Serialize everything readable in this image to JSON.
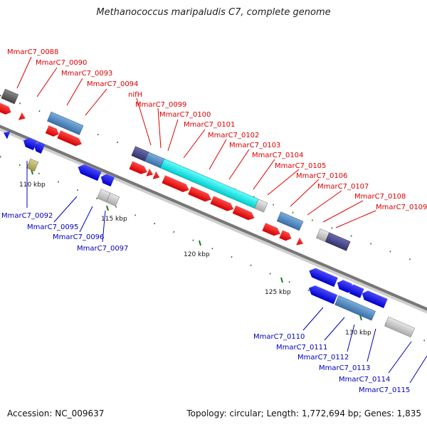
{
  "title": "Methanococcus maripaludis C7, complete genome",
  "footer": {
    "accession": "Accession: NC_009637",
    "summary": "Topology: circular; Length: 1,772,694 bp; Genes: 1,835"
  },
  "colors": {
    "forward_label": "#dd0000",
    "reverse_label": "#0000bb",
    "backbone": "#777777",
    "tick": "#1a7a1a"
  },
  "scale_labels": [
    "110 kbp",
    "115 kbp",
    "120 kbp",
    "125 kbp",
    "130 kbp"
  ],
  "forward_labels": [
    "MmarC7_0088",
    "MmarC7_0090",
    "MmarC7_0093",
    "MmarC7_0094",
    "nifH",
    "MmarC7_0099",
    "MmarC7_0100",
    "MmarC7_0101",
    "MmarC7_0102",
    "MmarC7_0103",
    "MmarC7_0104",
    "MmarC7_0105",
    "MmarC7_0106",
    "MmarC7_0107",
    "MmarC7_0108",
    "MmarC7_0109"
  ],
  "reverse_labels": [
    "MmarC7_0092",
    "MmarC7_0095",
    "MmarC7_0096",
    "MmarC7_0097",
    "MmarC7_0110",
    "MmarC7_0111",
    "MmarC7_0112",
    "MmarC7_0113",
    "MmarC7_0114",
    "MmarC7_0115"
  ]
}
